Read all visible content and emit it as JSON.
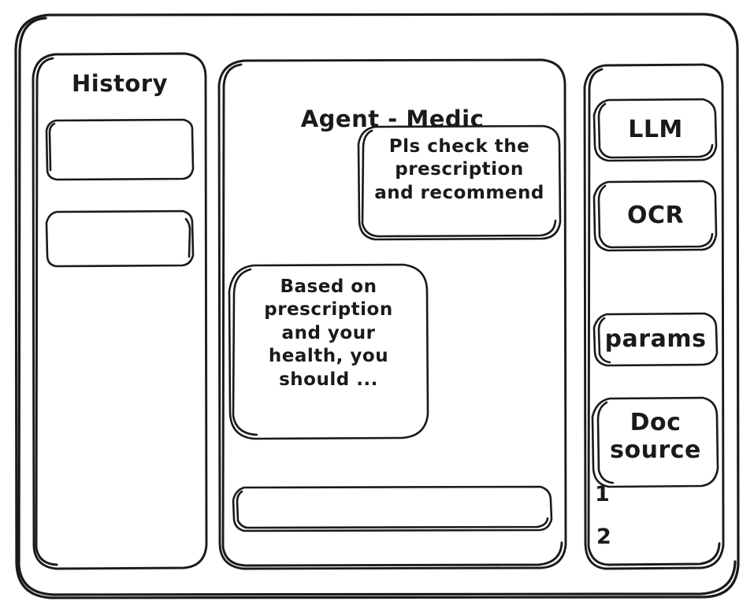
{
  "window": {
    "style": "hand-drawn-wireframe",
    "stroke_color": "#1a1a1a",
    "background_color": "#ffffff"
  },
  "history_panel": {
    "title": "History",
    "items": [
      {
        "label": ""
      },
      {
        "label": ""
      }
    ]
  },
  "main_panel": {
    "title": "Agent - Medic",
    "messages": [
      {
        "role": "user",
        "text": "Pls check the prescription and recommend",
        "lines": [
          "Pls check the",
          "prescription",
          "and recommend"
        ]
      },
      {
        "role": "agent",
        "text": "Based on prescription and your health, you should ...",
        "lines": [
          "Based on",
          "prescription",
          "and your",
          "health, you",
          "should ..."
        ]
      }
    ],
    "input": {
      "value": "",
      "placeholder": ""
    }
  },
  "tools_panel": {
    "buttons": [
      {
        "label": "LLM"
      },
      {
        "label": "OCR"
      },
      {
        "label": "params"
      }
    ],
    "doc_source": {
      "label": "Doc source",
      "lines": [
        "Doc",
        "source"
      ],
      "references": [
        "1",
        "2"
      ]
    }
  }
}
